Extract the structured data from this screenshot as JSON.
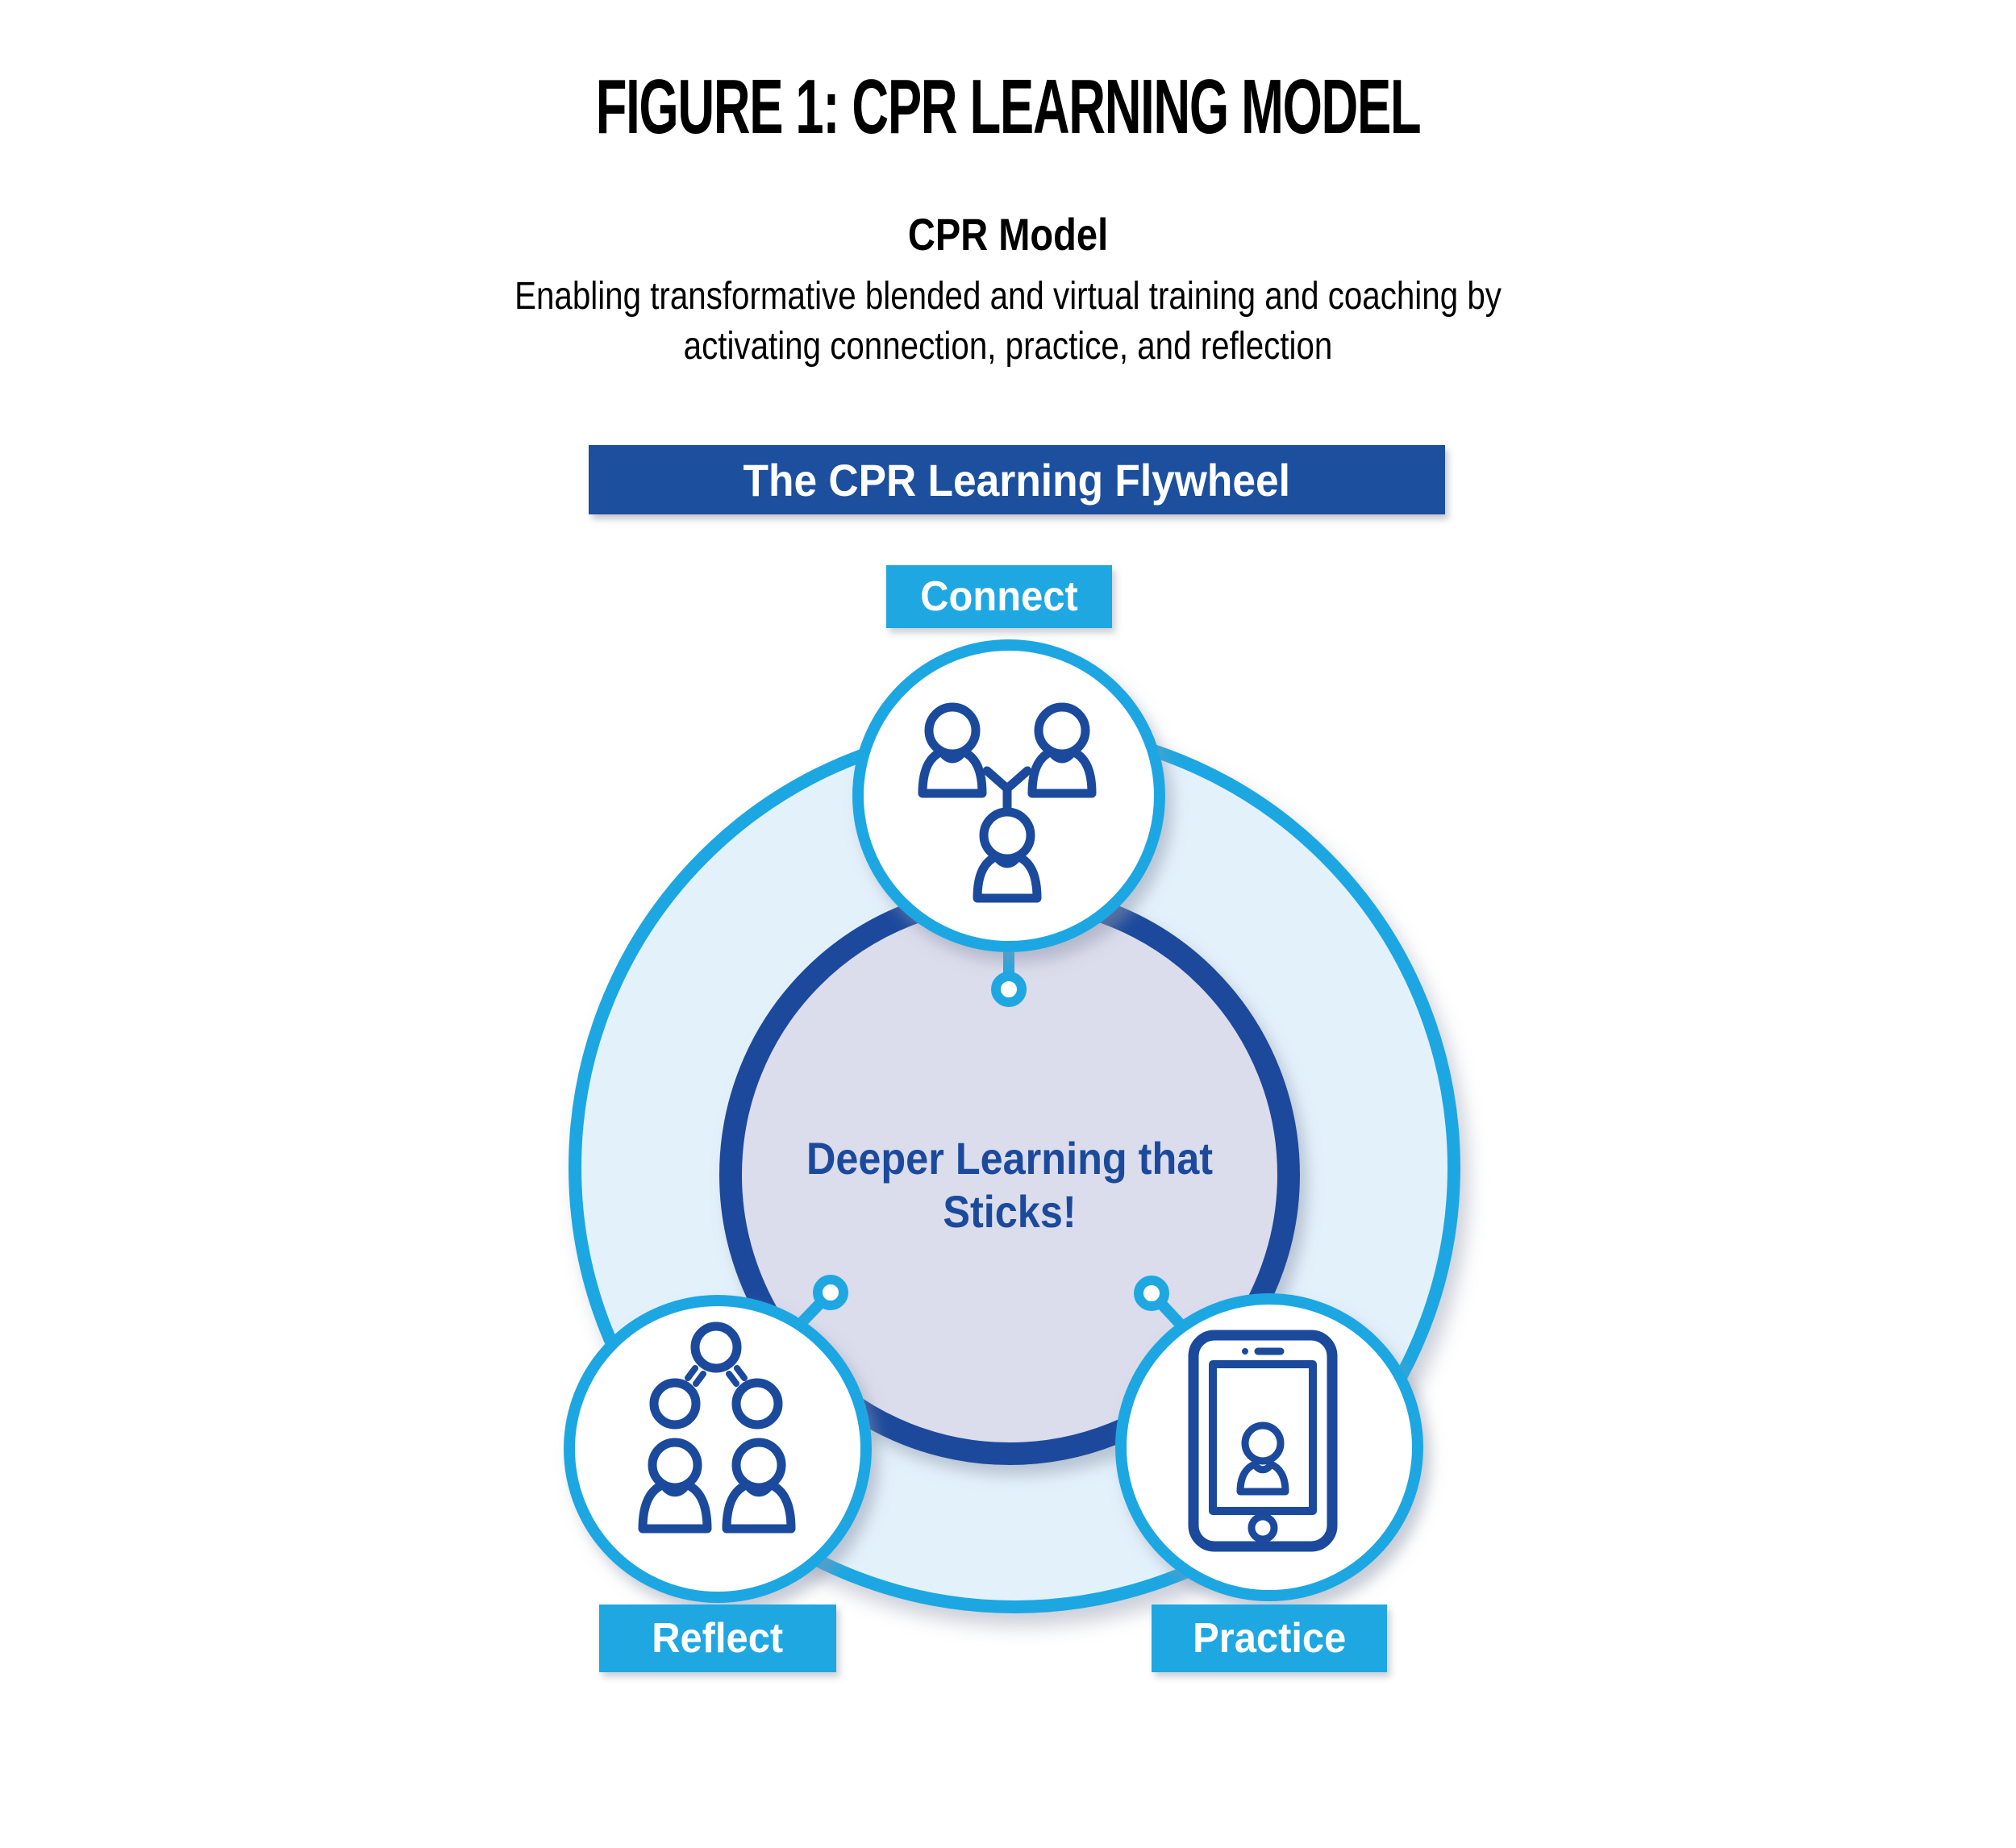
{
  "figure": {
    "title": "FIGURE 1: CPR LEARNING MODEL"
  },
  "subtitle": {
    "heading": "CPR Model",
    "line1": "Enabling transformative blended and virtual training and coaching by",
    "line2": "activating connection, practice, and reflection"
  },
  "banner": {
    "label": "The CPR Learning Flywheel"
  },
  "flywheel": {
    "center_line1": "Deeper Learning that",
    "center_line2": "Sticks!",
    "nodes": [
      {
        "id": "connect",
        "label": "Connect",
        "icon": "people-network-icon"
      },
      {
        "id": "practice",
        "label": "Practice",
        "icon": "tablet-person-icon"
      },
      {
        "id": "reflect",
        "label": "Reflect",
        "icon": "group-hierarchy-icon"
      }
    ]
  },
  "colors": {
    "cyan": "#1FA7E2",
    "navy": "#1B4A9C",
    "banner_navy": "#1C4F9E",
    "outer_ring_fill": "#E3F1FB",
    "inner_circle_fill": "#DBDCEC",
    "label_text": "#FFFFFF",
    "title_text": "#000000",
    "background": "#FFFFFF"
  }
}
